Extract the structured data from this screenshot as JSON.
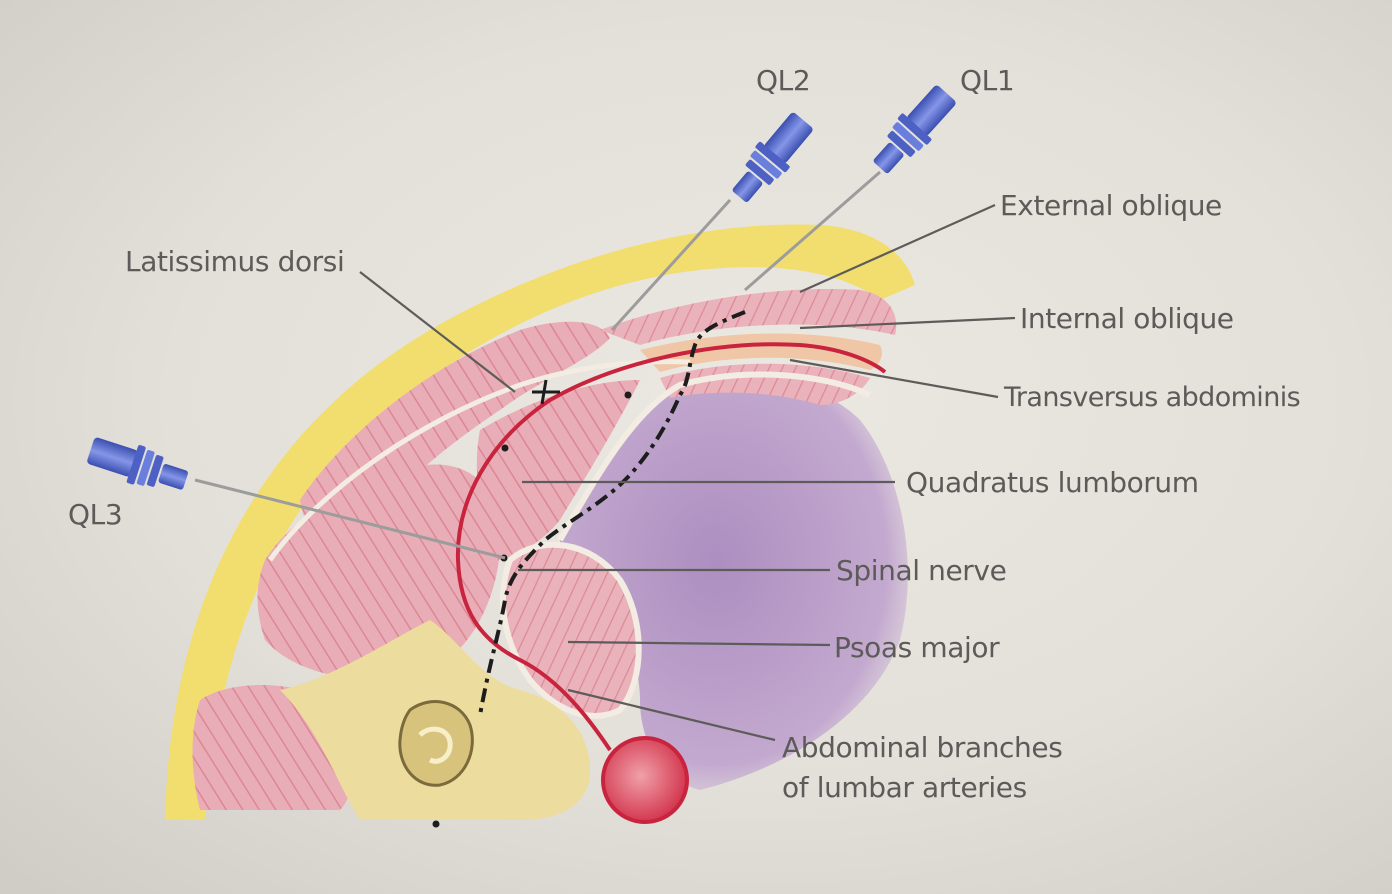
{
  "labels": {
    "latissimus_dorsi": "Latissimus dorsi",
    "external_oblique": "External oblique",
    "internal_oblique": "Internal oblique",
    "transversus_abdominis": "Transversus abdominis",
    "quadratus_lumborum": "Quadratus lumborum",
    "spinal_nerve": "Spinal nerve",
    "psoas_major": "Psoas major",
    "abdominal_branches_line1": "Abdominal branches",
    "abdominal_branches_line2": "of lumbar arteries"
  },
  "needles": {
    "ql1": "QL1",
    "ql2": "QL2",
    "ql3": "QL3"
  },
  "colors": {
    "background": "#e6e2dc",
    "subcutaneous_fat": "#f2de6e",
    "muscle": "#e8a9b3",
    "muscle_stripe": "#d8838f",
    "fascia": "#f1e8dc",
    "peritoneal_cavity": "#b79ac6",
    "lumbar_artery": "#c9243e",
    "needle_hub": "#5a6fd0",
    "vertebra": "#ecdc9e",
    "local_anaesthetic_spread": "#1d1d1d",
    "label_text": "#5d5b59"
  },
  "icons": {
    "needle": "spinal-needle-icon",
    "injection_point": "target-cross-icon"
  }
}
